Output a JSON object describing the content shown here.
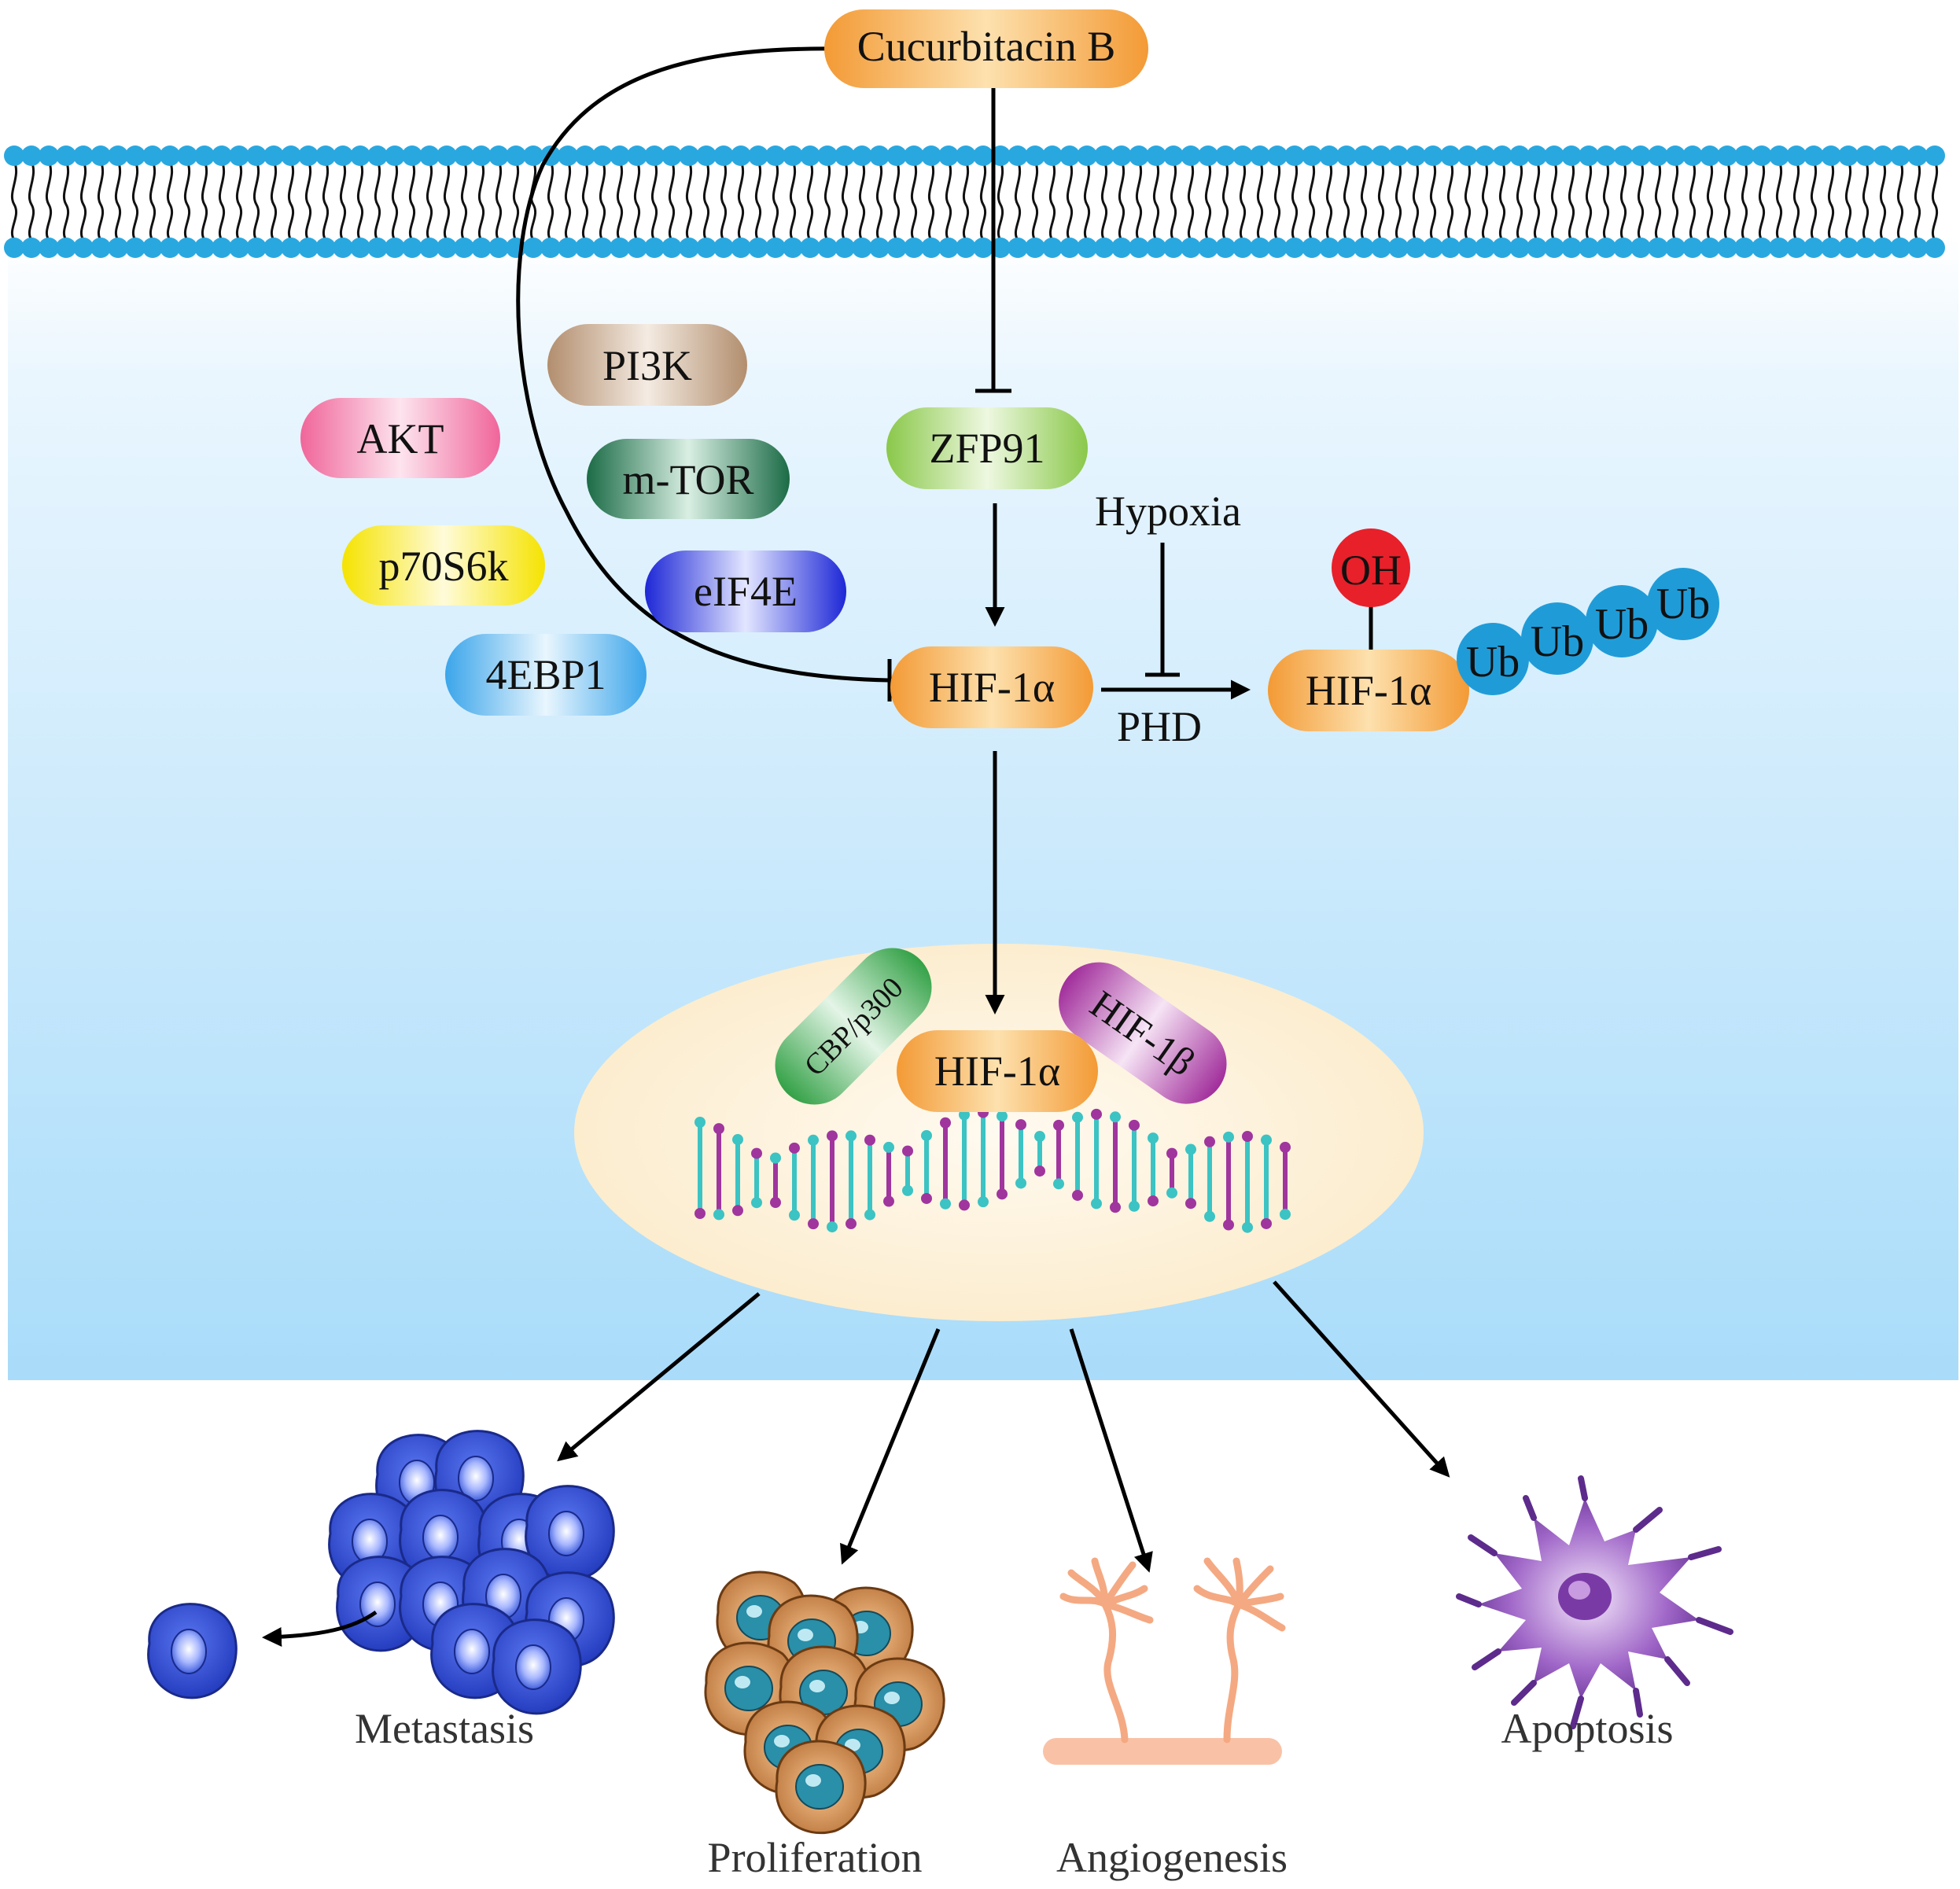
{
  "drug": {
    "label": "Cucurbitacin B"
  },
  "pathway_proteins": [
    {
      "key": "pi3k",
      "label": "PI3K"
    },
    {
      "key": "akt",
      "label": "AKT"
    },
    {
      "key": "mtor",
      "label": "m-TOR"
    },
    {
      "key": "p70s6k",
      "label": "p70S6k"
    },
    {
      "key": "eif4e",
      "label": "eIF4E"
    },
    {
      "key": "4ebp1",
      "label": "4EBP1"
    }
  ],
  "zfp91": {
    "label": "ZFP91"
  },
  "hif1a": {
    "label": "HIF-1α"
  },
  "hypoxia": {
    "label": "Hypoxia"
  },
  "phd": {
    "label": "PHD"
  },
  "hydroxyl": {
    "label": "OH"
  },
  "ubiquitin": {
    "label": "Ub",
    "count": 4
  },
  "nucleus": {
    "cbp_label": "CBP/p300",
    "hif1a_label": "HIF-1α",
    "hif1b_label": "HIF-1β"
  },
  "outcomes": [
    {
      "key": "metastasis",
      "label": "Metastasis"
    },
    {
      "key": "proliferation",
      "label": "Proliferation"
    },
    {
      "key": "angiogenesis",
      "label": "Angiogenesis"
    },
    {
      "key": "apoptosis",
      "label": "Apoptosis"
    }
  ],
  "colors": {
    "membrane": "#29a8e0",
    "cytoplasm_top": "#ffffff",
    "cytoplasm_bottom": "#a9dcfa",
    "nucleus": "#fdf1d8",
    "orange": "#f7a13a",
    "ubiquitin": "#1f9cd8",
    "hydroxyl": "#e8202a",
    "dna_teal": "#3cc3c3",
    "dna_magenta": "#a0359e",
    "cell_blue": "#2e4fd6"
  }
}
